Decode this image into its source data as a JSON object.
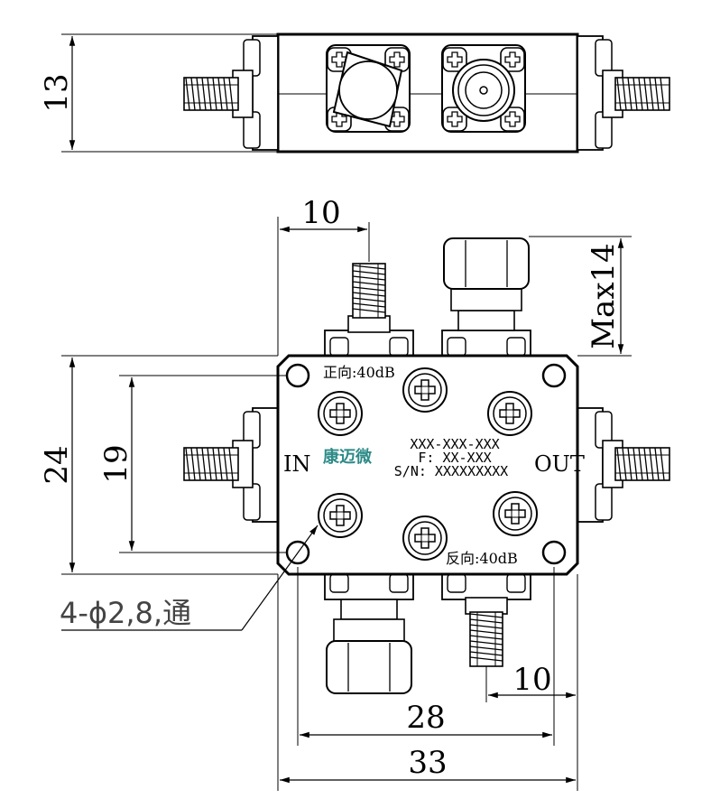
{
  "dimensions": {
    "top_height": "13",
    "left_offset": "10",
    "max_height": "Max14",
    "overall_height": "24",
    "hole_pitch_vertical": "19",
    "right_offset": "10",
    "hole_pitch_horizontal": "28",
    "overall_width": "33"
  },
  "labels": {
    "input": "IN",
    "output": "OUT",
    "forward_coupling": "正向:40dB",
    "reverse_coupling": "反向:40dB"
  },
  "marking": {
    "part_number": "XXX-XXX-XXX",
    "frequency": "F: XX-XXX",
    "serial": "S/N: XXXXXXXXX",
    "logo_text": "康迈微"
  },
  "hole_callout": "4-ϕ2,8,通",
  "colors": {
    "line": "#000000",
    "logo": "#2e8b88"
  }
}
